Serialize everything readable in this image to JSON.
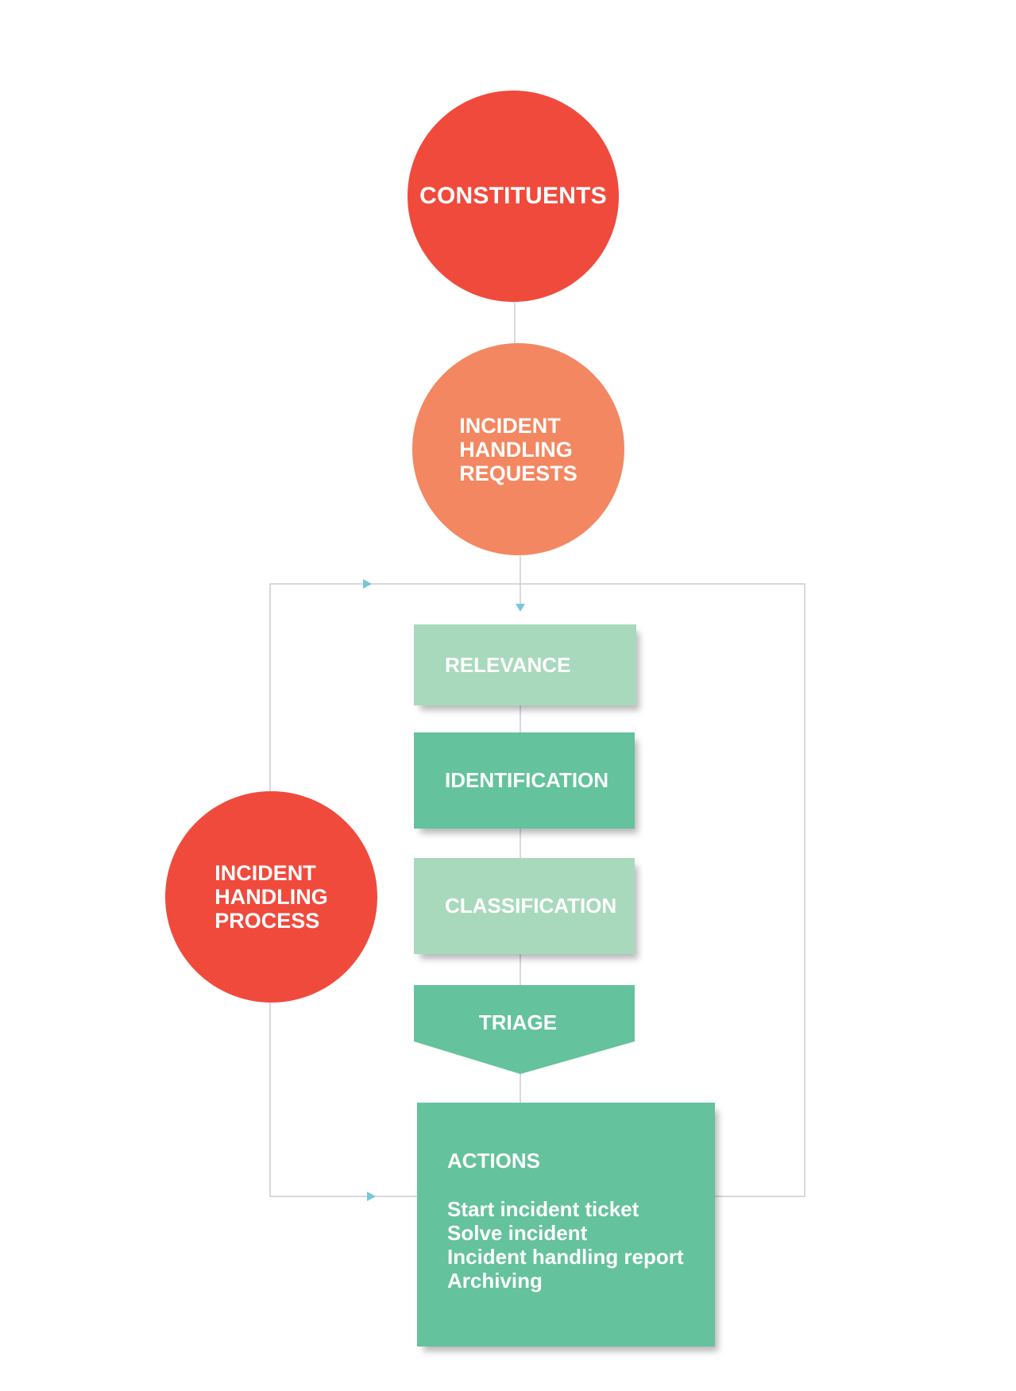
{
  "colors": {
    "red": "#F04A3C",
    "salmon": "#F38761",
    "green_light": "#A9D9BC",
    "green": "#64C29D",
    "connector": "#C9CDD2",
    "arrow": "#79C6D8"
  },
  "nodes": {
    "constituents": "CONSTITUENTS",
    "requests": "INCIDENT\nHANDLING\nREQUESTS",
    "process": "INCIDENT\nHANDLING\nPROCESS",
    "relevance": "RELEVANCE",
    "identification": "IDENTIFICATION",
    "classification": "CLASSIFICATION",
    "triage": "TRIAGE",
    "actions": {
      "title": "ACTIONS",
      "items": [
        "Start incident ticket",
        "Solve incident",
        "Incident handling report",
        "Archiving"
      ]
    }
  }
}
